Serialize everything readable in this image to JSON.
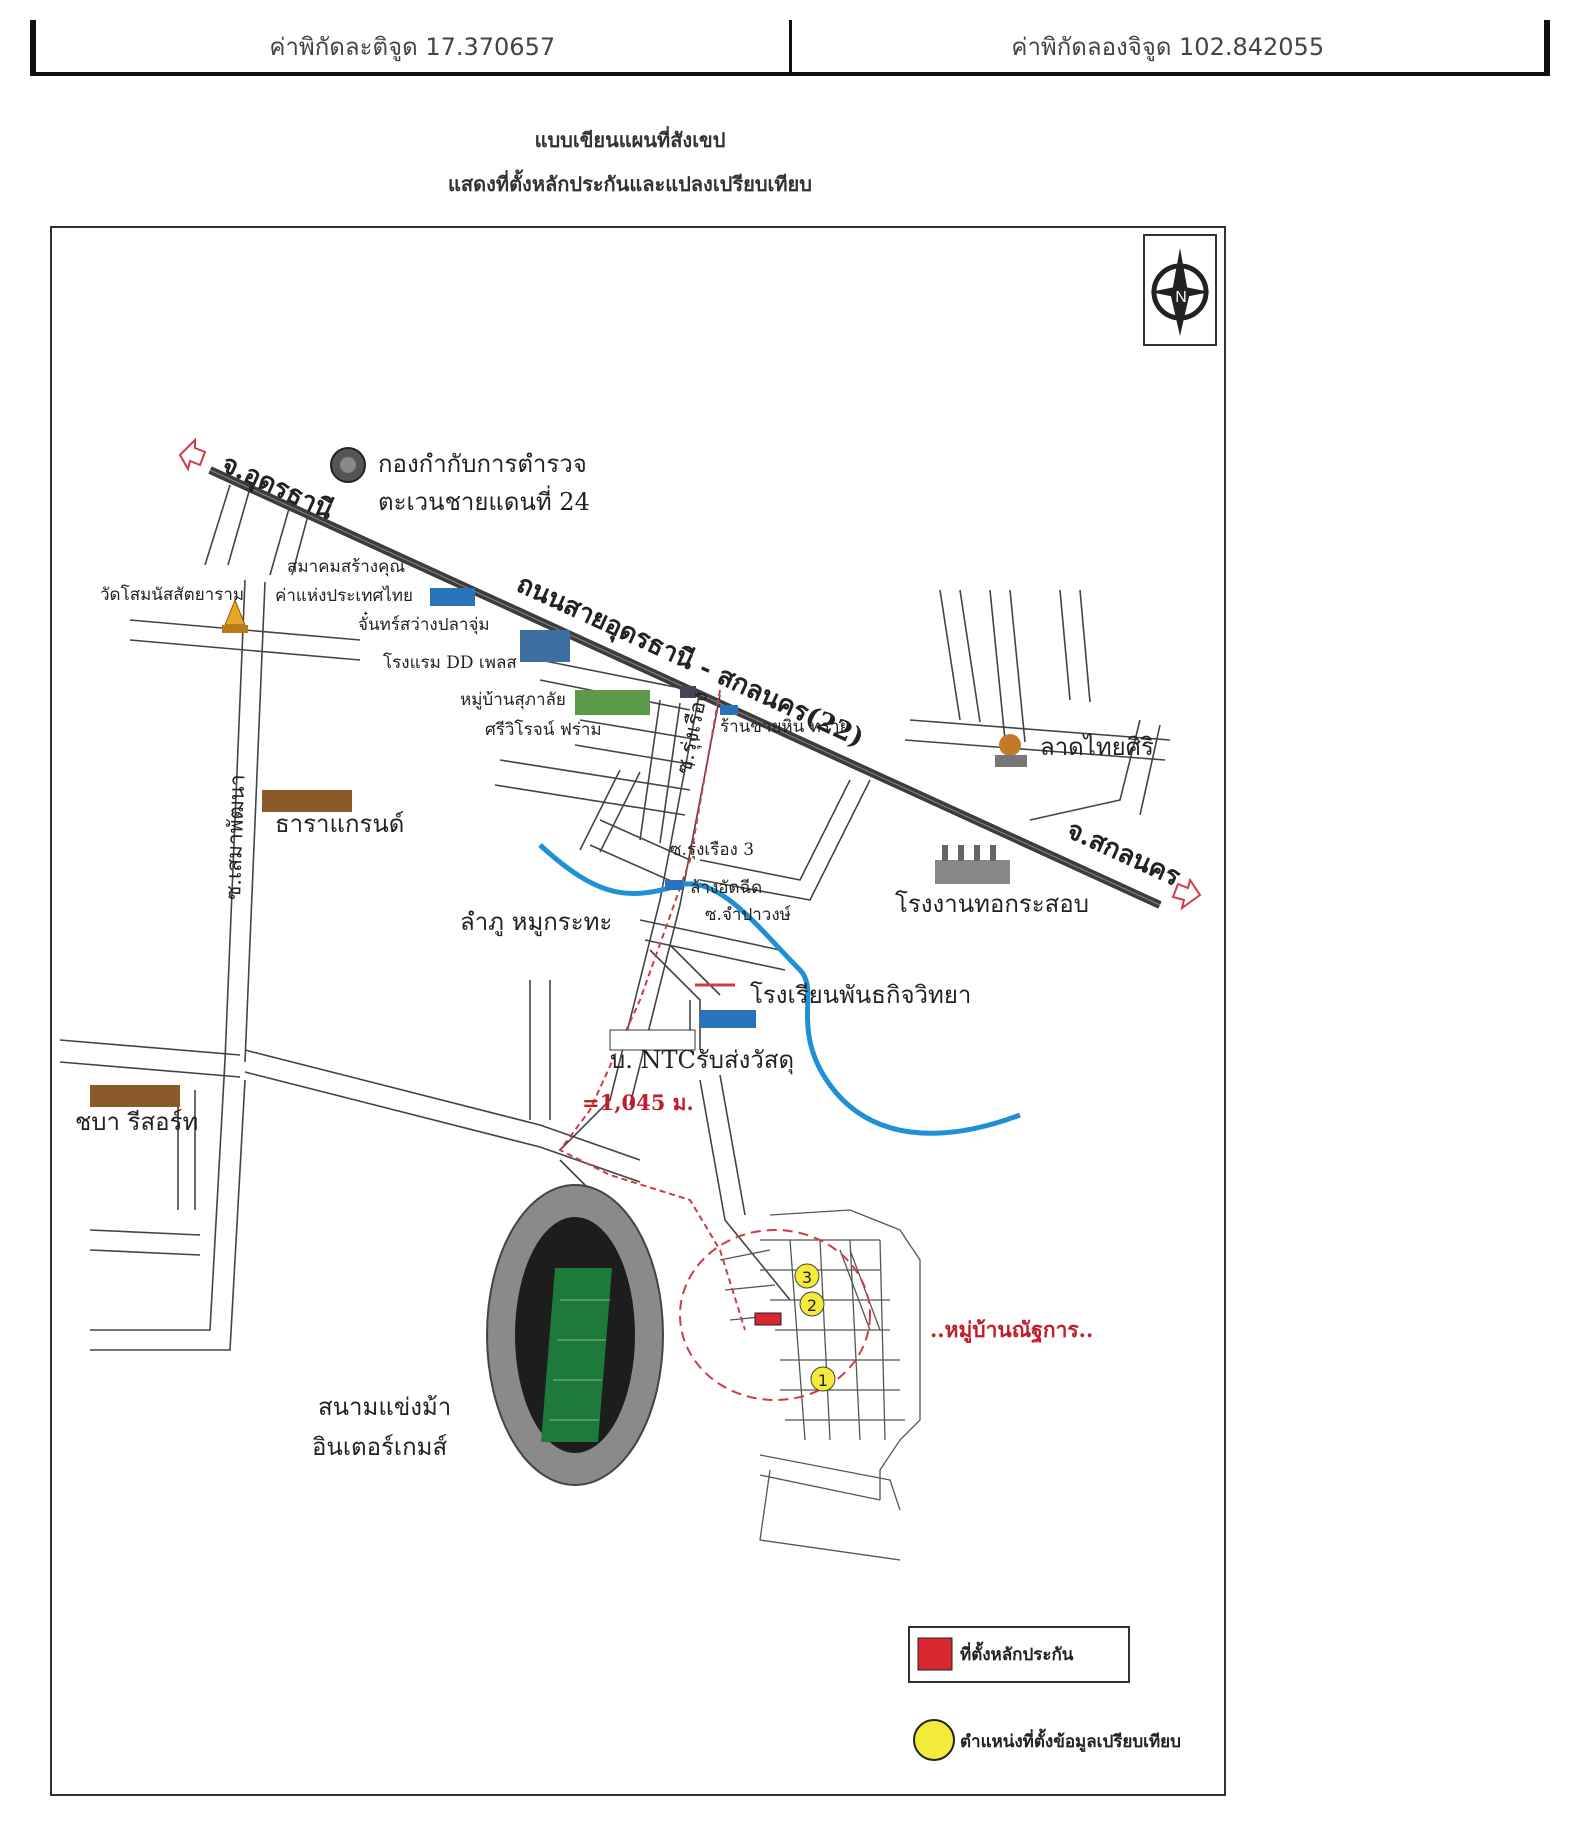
{
  "header": {
    "latitude_text": "ค่าพิกัดละติจูด 17.370657",
    "longitude_text": "ค่าพิกัดลองจิจูด 102.842055"
  },
  "title": {
    "line1": "แบบเขียนแผนที่สังเขป",
    "line2": "แสดงที่ตั้งหลักประกันและแปลงเปรียบเทียบ"
  },
  "compass": {
    "north_letter": "N"
  },
  "roads": {
    "main_highway": "ถนนสายอุดรธานี - สกลนคร(22)",
    "to_udon": "จ.อุดรธานี",
    "to_sakon": "จ.สกลนคร",
    "soi_rung_rueang": "ซ.รุ่งเรือง",
    "soi_rung_rueang_3": "ซ.รุ่งเรือง 3",
    "soi_champawong": "ซ.จำปาวงษ์",
    "soi_west_vertical": "ซ.เสมาพัฒนา"
  },
  "landmarks": {
    "police_line1": "กองกำกับการตำรวจ",
    "police_line2": "ตะเวนชายแดนที่ 24",
    "temple": "วัดโสมนัสสัตยาราม",
    "assoc_line1": "สมาคมสร้างคุณ",
    "assoc_line2": "ค่าแห่งประเทศไทย",
    "chan_sawang": "จั๋นทร์สว่างปลาจุ่ม",
    "hotel": "โรงแรม DD เพลส",
    "village_suphalai": "หมู่บ้านสุภาลัย",
    "sriwirot": "ศรีวิโรจน์ ฟร่าม",
    "shop_sand": "ร้านขายหิน ทราย",
    "market": "ลาดไทยศิริ",
    "tara_grand": "ธาราแกรนด์",
    "car_wash": "ล้างอัดฉีด",
    "lamphu": "ลำภู หมูกระทะ",
    "factory": "โรงงานทอกระสอบ",
    "school": "โรงเรียนพันธกิจวิทยา",
    "ntc": "บ. NTCรับส่งวัสดุ",
    "chaba": "ชบา รีสอร์ท",
    "race_line1": "สนามแข่งม้า",
    "race_line2": "อินเตอร์เกมส์",
    "village_nat": "..หมู่บ้านณัฐการ.."
  },
  "distance_text": "=1,045 ม.",
  "comparables": [
    "1",
    "2",
    "3"
  ],
  "legend": {
    "collateral_label": "ที่ตั้งหลักประกัน",
    "comparable_label": "ตำแหน่งที่ตั้งข้อมูลเปรียบเทียบ"
  },
  "colors": {
    "collateral": "#d8282f",
    "comparable": "#f4ea3a",
    "river": "#1f8fd6",
    "highway": "#3c3c3c",
    "route": "#d13a48",
    "field": "#1d7a3a"
  }
}
